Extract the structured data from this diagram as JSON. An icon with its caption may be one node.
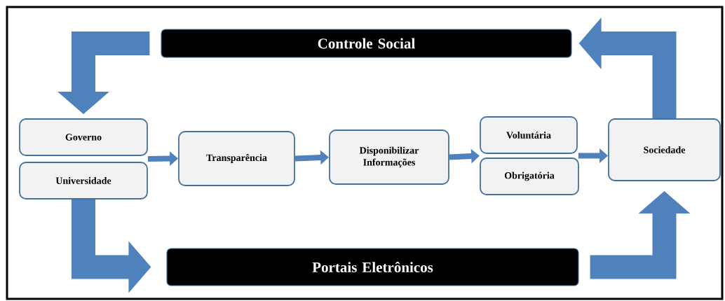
{
  "diagram": {
    "nodes": [
      {
        "text": [
          "Controle Social"
        ]
      },
      {
        "text": [
          "Governo"
        ]
      },
      {
        "text": [
          "Universidade"
        ]
      },
      {
        "text": [
          "Transparência"
        ]
      },
      {
        "text": [
          "Disponibilizar Informações"
        ]
      },
      {
        "text": [
          "Voluntária"
        ]
      },
      {
        "text": [
          "Obrigatória"
        ]
      },
      {
        "text": [
          "Sociedade"
        ]
      },
      {
        "text": [
          "Portais Eletrônicos"
        ]
      }
    ],
    "edges": [
      {
        "from": 0,
        "to": 1,
        "arrow": "to",
        "style": "thick"
      },
      {
        "from": 7,
        "to": 0,
        "arrow": "to",
        "style": "thick"
      },
      {
        "from": 2,
        "to": 8,
        "arrow": "to",
        "style": "thick"
      },
      {
        "from": 8,
        "to": 7,
        "arrow": "to",
        "style": "thick"
      },
      {
        "from": 1,
        "to": 3,
        "arrow": "to"
      },
      {
        "from": 2,
        "to": 3,
        "arrow": "to"
      },
      {
        "from": 3,
        "to": 4,
        "arrow": "to"
      },
      {
        "from": 4,
        "to": 5,
        "arrow": "to"
      },
      {
        "from": 4,
        "to": 6,
        "arrow": "to"
      },
      {
        "from": 5,
        "to": 7,
        "arrow": "to"
      },
      {
        "from": 6,
        "to": 7,
        "arrow": "to"
      }
    ]
  }
}
